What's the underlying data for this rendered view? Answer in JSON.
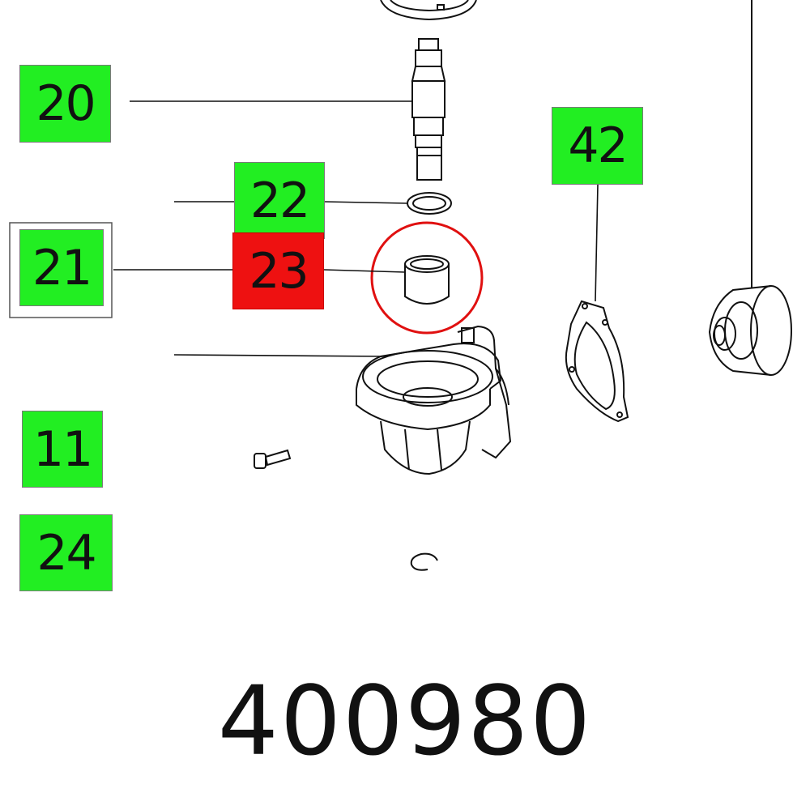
{
  "callouts": {
    "c20": "20",
    "c22": "22",
    "c21": "21",
    "c23": "23",
    "c42": "42",
    "c11": "11",
    "c24": "24"
  },
  "part_number": "400980",
  "colors": {
    "callout_green": "#22ee22",
    "highlight_red": "#ee1111",
    "line": "#111111"
  }
}
